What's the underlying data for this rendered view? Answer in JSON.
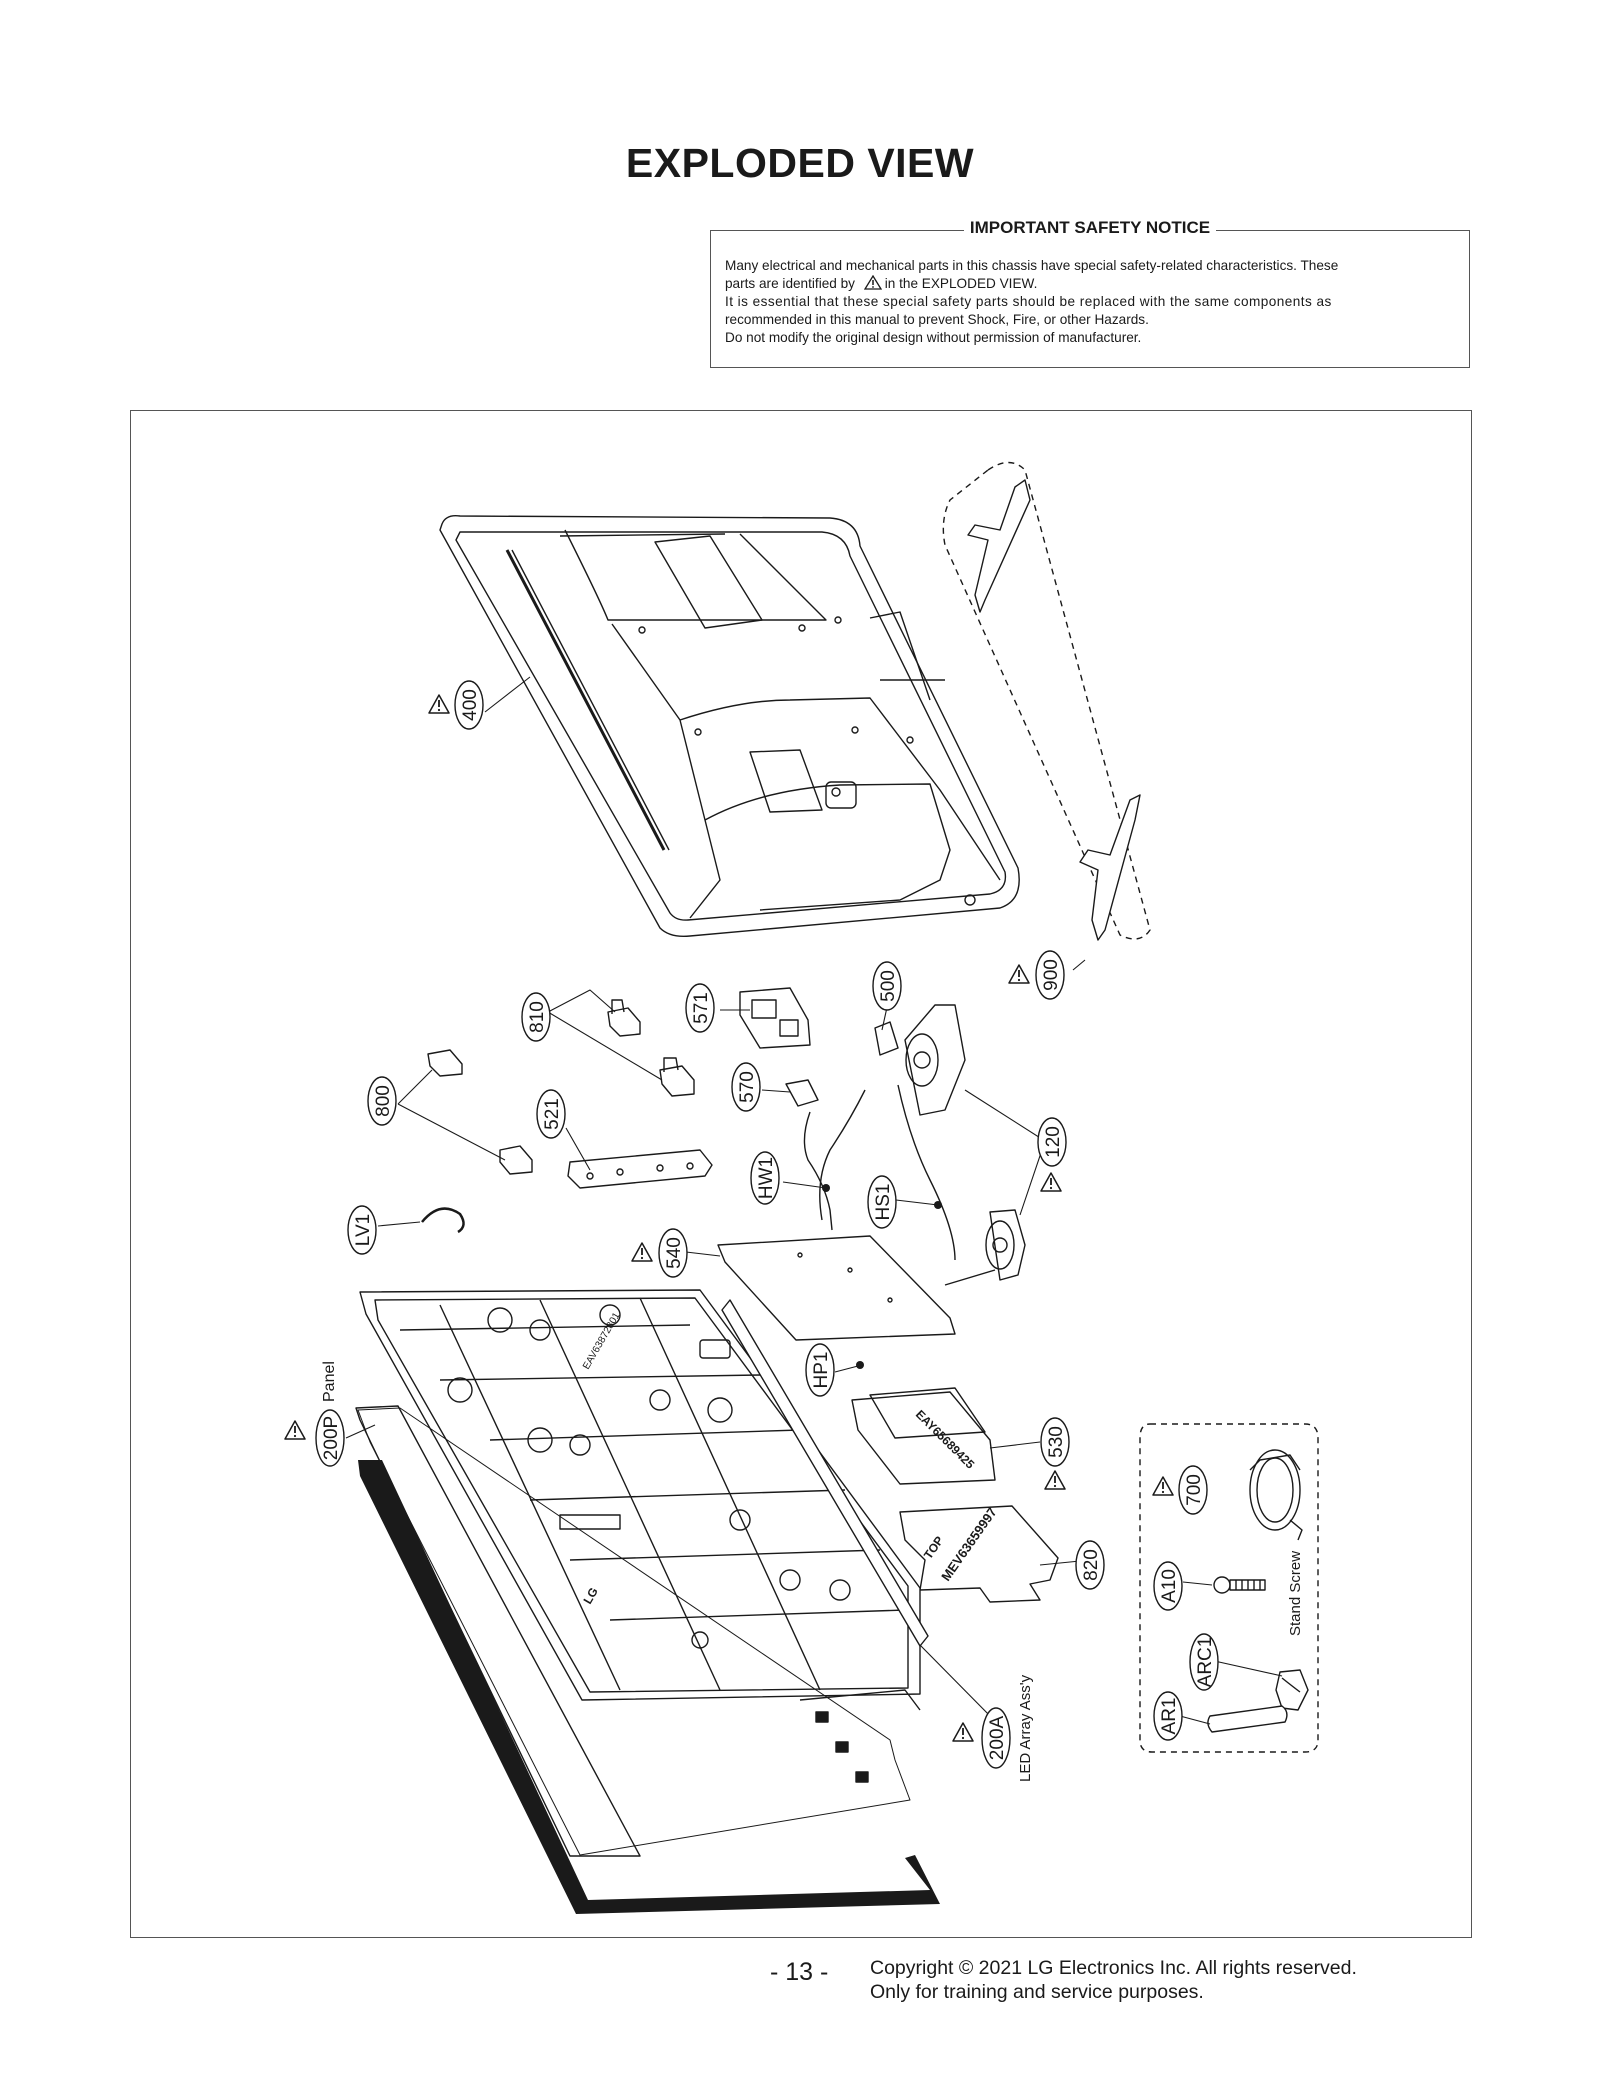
{
  "title": "EXPLODED VIEW",
  "notice": {
    "heading": "IMPORTANT SAFETY NOTICE",
    "line1": "Many electrical and mechanical parts in this chassis have special safety-related characteristics. These",
    "line2a": "parts are identified by",
    "line2b": "in the EXPLODED VIEW.",
    "line3": "It is essential that these special safety parts should be replaced with the same components as",
    "line4": "recommended in this manual to prevent Shock, Fire, or other Hazards.",
    "line5": "Do not modify the original design without permission of manufacturer."
  },
  "callouts": {
    "c400": "400",
    "c900": "900",
    "c810": "810",
    "c571": "571",
    "c500": "500",
    "c800": "800",
    "c570": "570",
    "c521": "521",
    "c120": "120",
    "chw1": "HW1",
    "chs1": "HS1",
    "clv1": "LV1",
    "c540": "540",
    "c200p": "200P",
    "chp1": "HP1",
    "c530": "530",
    "c700": "700",
    "c820": "820",
    "ca10": "A10",
    "carc1": "ARC1",
    "car1": "AR1",
    "c200a": "200A"
  },
  "labels": {
    "panel": "Panel",
    "led_array": "LED Array Ass'y",
    "stand_screw": "Stand Screw",
    "board_530": "EAY65689425",
    "sheet_820_top": "TOP",
    "sheet_820_code": "MEV63659997",
    "frame_code": "EAV63872801",
    "frame_lg": "LG"
  },
  "footer": {
    "page": "- 13 -",
    "copyright": "Copyright © 2021 LG Electronics Inc. All rights reserved.",
    "purpose": "Only for training and service purposes."
  }
}
